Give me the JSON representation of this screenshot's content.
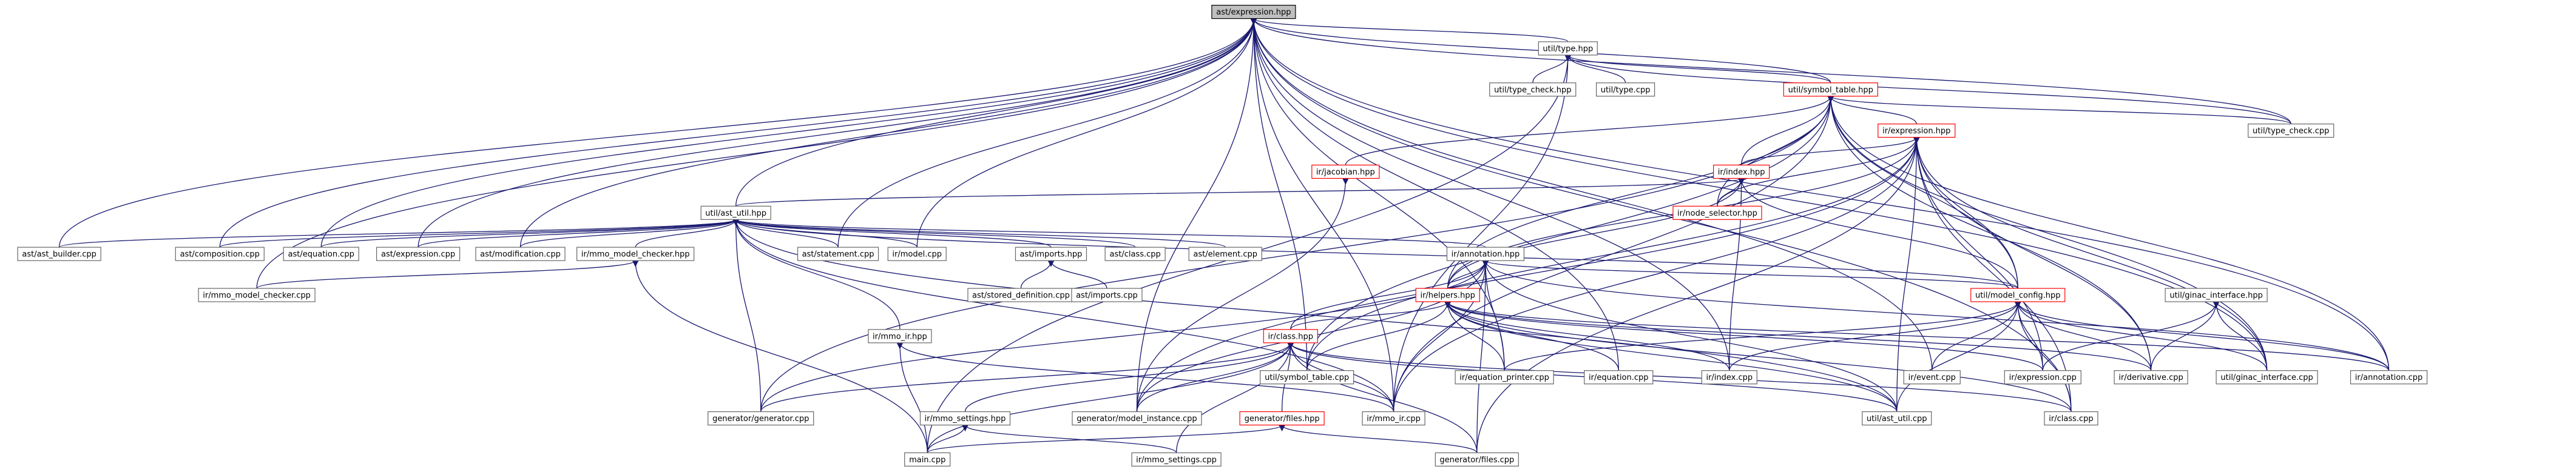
{
  "diagram": {
    "type": "include-dependency-graph",
    "nodes": [
      {
        "id": "ast_expression_hpp",
        "label": "ast/expression.hpp",
        "highlight": true
      },
      {
        "id": "util_type_hpp",
        "label": "util/type.hpp"
      },
      {
        "id": "util_type_check_hpp",
        "label": "util/type_check.hpp"
      },
      {
        "id": "util_type_cpp",
        "label": "util/type.cpp"
      },
      {
        "id": "util_symbol_table_hpp",
        "label": "util/symbol_table.hpp",
        "red_border": true
      },
      {
        "id": "util_type_check_cpp",
        "label": "util/type_check.cpp"
      },
      {
        "id": "ir_expression_hpp",
        "label": "ir/expression.hpp",
        "red_border": true
      },
      {
        "id": "ir_jacobian_hpp",
        "label": "ir/jacobian.hpp",
        "red_border": true
      },
      {
        "id": "ir_index_hpp",
        "label": "ir/index.hpp",
        "red_border": true
      },
      {
        "id": "ir_node_selector_hpp",
        "label": "ir/node_selector.hpp",
        "red_border": true
      },
      {
        "id": "util_ast_util_hpp",
        "label": "util/ast_util.hpp"
      },
      {
        "id": "ast_ast_builder_cpp",
        "label": "ast/ast_builder.cpp"
      },
      {
        "id": "ast_composition_cpp",
        "label": "ast/composition.cpp"
      },
      {
        "id": "ast_equation_cpp",
        "label": "ast/equation.cpp"
      },
      {
        "id": "ast_expression_cpp",
        "label": "ast/expression.cpp"
      },
      {
        "id": "ast_modification_cpp",
        "label": "ast/modification.cpp"
      },
      {
        "id": "ir_mmo_model_checker_hpp",
        "label": "ir/mmo_model_checker.hpp"
      },
      {
        "id": "ast_statement_cpp",
        "label": "ast/statement.cpp"
      },
      {
        "id": "ir_model_cpp",
        "label": "ir/model.cpp"
      },
      {
        "id": "ast_imports_hpp",
        "label": "ast/imports.hpp"
      },
      {
        "id": "ast_class_cpp",
        "label": "ast/class.cpp"
      },
      {
        "id": "ast_element_cpp",
        "label": "ast/element.cpp"
      },
      {
        "id": "ir_annotation_hpp",
        "label": "ir/annotation.hpp"
      },
      {
        "id": "ir_mmo_model_checker_cpp",
        "label": "ir/mmo_model_checker.cpp"
      },
      {
        "id": "ast_stored_definition_cpp",
        "label": "ast/stored_definition.cpp"
      },
      {
        "id": "ast_imports_cpp",
        "label": "ast/imports.cpp"
      },
      {
        "id": "ir_helpers_hpp",
        "label": "ir/helpers.hpp",
        "red_border": true
      },
      {
        "id": "util_model_config_hpp",
        "label": "util/model_config.hpp",
        "red_border": true
      },
      {
        "id": "util_ginac_interface_hpp",
        "label": "util/ginac_interface.hpp"
      },
      {
        "id": "ir_mmo_ir_hpp",
        "label": "ir/mmo_ir.hpp"
      },
      {
        "id": "ir_class_hpp",
        "label": "ir/class.hpp",
        "red_border": true
      },
      {
        "id": "util_symbol_table_cpp",
        "label": "util/symbol_table.cpp"
      },
      {
        "id": "ir_equation_printer_cpp",
        "label": "ir/equation_printer.cpp"
      },
      {
        "id": "ir_equation_cpp",
        "label": "ir/equation.cpp"
      },
      {
        "id": "ir_index_cpp",
        "label": "ir/index.cpp"
      },
      {
        "id": "ir_event_cpp",
        "label": "ir/event.cpp"
      },
      {
        "id": "ir_expression_cpp",
        "label": "ir/expression.cpp"
      },
      {
        "id": "ir_derivative_cpp",
        "label": "ir/derivative.cpp"
      },
      {
        "id": "util_ginac_interface_cpp",
        "label": "util/ginac_interface.cpp"
      },
      {
        "id": "ir_annotation_cpp",
        "label": "ir/annotation.cpp"
      },
      {
        "id": "generator_generator_cpp",
        "label": "generator/generator.cpp"
      },
      {
        "id": "ir_mmo_settings_hpp",
        "label": "ir/mmo_settings.hpp"
      },
      {
        "id": "generator_model_instance_cpp",
        "label": "generator/model_instance.cpp"
      },
      {
        "id": "generator_files_hpp",
        "label": "generator/files.hpp",
        "red_border": true
      },
      {
        "id": "ir_mmo_ir_cpp",
        "label": "ir/mmo_ir.cpp"
      },
      {
        "id": "util_ast_util_cpp",
        "label": "util/ast_util.cpp"
      },
      {
        "id": "ir_class_cpp",
        "label": "ir/class.cpp"
      },
      {
        "id": "main_cpp",
        "label": "main.cpp"
      },
      {
        "id": "ir_mmo_settings_cpp",
        "label": "ir/mmo_settings.cpp"
      },
      {
        "id": "generator_files_cpp",
        "label": "generator/files.cpp"
      }
    ],
    "edges": [
      [
        "ast_expression_hpp",
        "util_type_hpp"
      ],
      [
        "ast_expression_hpp",
        "util_symbol_table_hpp"
      ],
      [
        "ast_expression_hpp",
        "util_ast_util_hpp"
      ],
      [
        "ast_expression_hpp",
        "ast_ast_builder_cpp"
      ],
      [
        "ast_expression_hpp",
        "ast_composition_cpp"
      ],
      [
        "ast_expression_hpp",
        "ast_equation_cpp"
      ],
      [
        "ast_expression_hpp",
        "ast_expression_cpp"
      ],
      [
        "ast_expression_hpp",
        "ast_modification_cpp"
      ],
      [
        "ast_expression_hpp",
        "ast_statement_cpp"
      ],
      [
        "ast_expression_hpp",
        "ir_model_cpp"
      ],
      [
        "ast_expression_hpp",
        "ir_mmo_model_checker_cpp"
      ],
      [
        "ast_expression_hpp",
        "ir_mmo_ir_cpp"
      ],
      [
        "ast_expression_hpp",
        "generator_model_instance_cpp"
      ],
      [
        "ast_expression_hpp",
        "util_symbol_table_cpp"
      ],
      [
        "ast_expression_hpp",
        "ir_equation_printer_cpp"
      ],
      [
        "ast_expression_hpp",
        "ir_equation_cpp"
      ],
      [
        "ast_expression_hpp",
        "ir_index_cpp"
      ],
      [
        "ast_expression_hpp",
        "ir_event_cpp"
      ],
      [
        "ast_expression_hpp",
        "util_ginac_interface_cpp"
      ],
      [
        "ast_expression_hpp",
        "ir_annotation_cpp"
      ],
      [
        "ast_expression_hpp",
        "util_type_check_cpp"
      ],
      [
        "ast_expression_hpp",
        "ir_class_cpp"
      ],
      [
        "util_type_hpp",
        "util_type_check_hpp"
      ],
      [
        "util_type_hpp",
        "util_type_cpp"
      ],
      [
        "util_type_hpp",
        "util_symbol_table_hpp"
      ],
      [
        "util_type_hpp",
        "util_type_check_cpp"
      ],
      [
        "util_type_hpp",
        "ir_mmo_ir_cpp"
      ],
      [
        "util_type_hpp",
        "main_cpp"
      ],
      [
        "util_symbol_table_hpp",
        "ir_expression_hpp"
      ],
      [
        "util_symbol_table_hpp",
        "ir_jacobian_hpp"
      ],
      [
        "util_symbol_table_hpp",
        "ir_index_hpp"
      ],
      [
        "util_symbol_table_hpp",
        "ir_node_selector_hpp"
      ],
      [
        "util_symbol_table_hpp",
        "util_type_check_cpp"
      ],
      [
        "util_symbol_table_hpp",
        "util_model_config_hpp"
      ],
      [
        "util_symbol_table_hpp",
        "ir_helpers_hpp"
      ],
      [
        "util_symbol_table_hpp",
        "util_symbol_table_cpp"
      ],
      [
        "util_symbol_table_hpp",
        "ir_mmo_ir_cpp"
      ],
      [
        "util_symbol_table_hpp",
        "generator_generator_cpp"
      ],
      [
        "util_symbol_table_hpp",
        "ir_derivative_cpp"
      ],
      [
        "util_symbol_table_hpp",
        "ir_annotation_cpp"
      ],
      [
        "util_symbol_table_hpp",
        "util_ginac_interface_cpp"
      ],
      [
        "ir_expression_hpp",
        "ir_index_hpp"
      ],
      [
        "ir_expression_hpp",
        "ir_node_selector_hpp"
      ],
      [
        "ir_expression_hpp",
        "ir_helpers_hpp"
      ],
      [
        "ir_expression_hpp",
        "util_model_config_hpp"
      ],
      [
        "ir_expression_hpp",
        "ir_expression_cpp"
      ],
      [
        "ir_expression_hpp",
        "ir_derivative_cpp"
      ],
      [
        "ir_expression_hpp",
        "util_ginac_interface_cpp"
      ],
      [
        "ir_expression_hpp",
        "util_ast_util_cpp"
      ],
      [
        "ir_expression_hpp",
        "generator_model_instance_cpp"
      ],
      [
        "ir_expression_hpp",
        "util_symbol_table_cpp"
      ],
      [
        "ir_expression_hpp",
        "ir_mmo_ir_cpp"
      ],
      [
        "ir_expression_hpp",
        "ir_class_cpp"
      ],
      [
        "ir_expression_hpp",
        "generator_files_cpp"
      ],
      [
        "ir_jacobian_hpp",
        "generator_model_instance_cpp"
      ],
      [
        "ir_index_hpp",
        "ir_node_selector_hpp"
      ],
      [
        "ir_index_hpp",
        "ir_helpers_hpp"
      ],
      [
        "ir_index_hpp",
        "util_model_config_hpp"
      ],
      [
        "ir_index_hpp",
        "ir_index_cpp"
      ],
      [
        "ir_index_hpp",
        "util_ast_util_hpp"
      ],
      [
        "util_ast_util_hpp",
        "ast_ast_builder_cpp"
      ],
      [
        "util_ast_util_hpp",
        "ast_composition_cpp"
      ],
      [
        "util_ast_util_hpp",
        "ast_equation_cpp"
      ],
      [
        "util_ast_util_hpp",
        "ast_expression_cpp"
      ],
      [
        "util_ast_util_hpp",
        "ast_modification_cpp"
      ],
      [
        "util_ast_util_hpp",
        "ir_mmo_model_checker_hpp"
      ],
      [
        "util_ast_util_hpp",
        "ast_statement_cpp"
      ],
      [
        "util_ast_util_hpp",
        "ir_model_cpp"
      ],
      [
        "util_ast_util_hpp",
        "ast_imports_hpp"
      ],
      [
        "util_ast_util_hpp",
        "ast_class_cpp"
      ],
      [
        "util_ast_util_hpp",
        "ast_element_cpp"
      ],
      [
        "util_ast_util_hpp",
        "ir_annotation_hpp"
      ],
      [
        "util_ast_util_hpp",
        "ir_mmo_ir_hpp"
      ],
      [
        "util_ast_util_hpp",
        "util_ast_util_cpp"
      ],
      [
        "util_ast_util_hpp",
        "ir_mmo_ir_cpp"
      ],
      [
        "util_ast_util_hpp",
        "generator_generator_cpp"
      ],
      [
        "util_ast_util_hpp",
        "util_model_config_hpp"
      ],
      [
        "ir_mmo_model_checker_hpp",
        "ir_mmo_model_checker_cpp"
      ],
      [
        "ir_mmo_model_checker_hpp",
        "main_cpp"
      ],
      [
        "ast_imports_hpp",
        "ast_stored_definition_cpp"
      ],
      [
        "ast_imports_hpp",
        "ast_imports_cpp"
      ],
      [
        "ir_annotation_hpp",
        "ir_helpers_hpp"
      ],
      [
        "ir_annotation_hpp",
        "util_model_config_hpp"
      ],
      [
        "ir_annotation_hpp",
        "ir_class_hpp"
      ],
      [
        "ir_annotation_hpp",
        "ir_equation_printer_cpp"
      ],
      [
        "ir_annotation_hpp",
        "ir_annotation_cpp"
      ],
      [
        "ir_annotation_hpp",
        "generator_model_instance_cpp"
      ],
      [
        "ir_annotation_hpp",
        "generator_files_cpp"
      ],
      [
        "ir_annotation_hpp",
        "util_ast_util_cpp"
      ],
      [
        "ir_annotation_hpp",
        "ir_mmo_ir_cpp"
      ],
      [
        "ir_annotation_hpp",
        "generator_generator_cpp"
      ],
      [
        "ir_helpers_hpp",
        "ir_class_hpp"
      ],
      [
        "ir_helpers_hpp",
        "util_symbol_table_cpp"
      ],
      [
        "ir_helpers_hpp",
        "ir_equation_printer_cpp"
      ],
      [
        "ir_helpers_hpp",
        "ir_equation_cpp"
      ],
      [
        "ir_helpers_hpp",
        "ir_index_cpp"
      ],
      [
        "ir_helpers_hpp",
        "ir_expression_cpp"
      ],
      [
        "ir_helpers_hpp",
        "ir_derivative_cpp"
      ],
      [
        "ir_helpers_hpp",
        "ir_class_cpp"
      ],
      [
        "ir_helpers_hpp",
        "util_ast_util_cpp"
      ],
      [
        "ir_helpers_hpp",
        "ir_annotation_cpp"
      ],
      [
        "util_model_config_hpp",
        "ir_index_cpp"
      ],
      [
        "util_model_config_hpp",
        "ir_event_cpp"
      ],
      [
        "util_model_config_hpp",
        "ir_expression_cpp"
      ],
      [
        "util_model_config_hpp",
        "ir_derivative_cpp"
      ],
      [
        "util_model_config_hpp",
        "util_ginac_interface_cpp"
      ],
      [
        "util_model_config_hpp",
        "ir_annotation_cpp"
      ],
      [
        "util_model_config_hpp",
        "ir_class_cpp"
      ],
      [
        "util_model_config_hpp",
        "util_ast_util_cpp"
      ],
      [
        "util_model_config_hpp",
        "ir_equation_printer_cpp"
      ],
      [
        "util_ginac_interface_hpp",
        "ir_expression_cpp"
      ],
      [
        "util_ginac_interface_hpp",
        "ir_derivative_cpp"
      ],
      [
        "util_ginac_interface_hpp",
        "util_ginac_interface_cpp"
      ],
      [
        "ir_mmo_ir_hpp",
        "ir_mmo_ir_cpp"
      ],
      [
        "ir_mmo_ir_hpp",
        "main_cpp"
      ],
      [
        "ir_class_hpp",
        "ir_mmo_settings_hpp"
      ],
      [
        "ir_class_hpp",
        "generator_model_instance_cpp"
      ],
      [
        "ir_class_hpp",
        "generator_files_hpp"
      ],
      [
        "ir_class_hpp",
        "ir_mmo_ir_cpp"
      ],
      [
        "ir_class_hpp",
        "util_ast_util_cpp"
      ],
      [
        "ir_class_hpp",
        "ir_class_cpp"
      ],
      [
        "ir_class_hpp",
        "generator_generator_cpp"
      ],
      [
        "ir_class_hpp",
        "main_cpp"
      ],
      [
        "ir_class_hpp",
        "ir_mmo_settings_cpp"
      ],
      [
        "ir_class_hpp",
        "generator_files_cpp"
      ],
      [
        "ir_mmo_settings_hpp",
        "main_cpp"
      ],
      [
        "ir_mmo_settings_hpp",
        "ir_mmo_settings_cpp"
      ],
      [
        "generator_files_hpp",
        "main_cpp"
      ],
      [
        "generator_files_hpp",
        "generator_files_cpp"
      ]
    ]
  }
}
